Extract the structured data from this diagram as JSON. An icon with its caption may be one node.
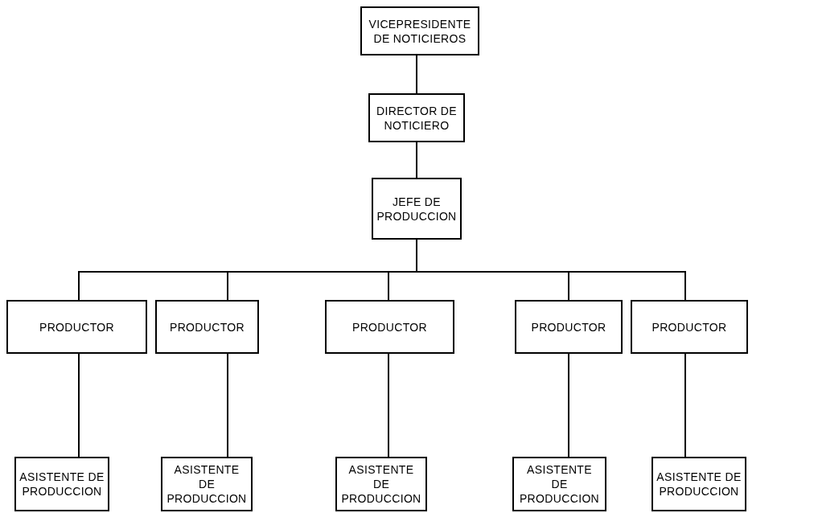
{
  "diagram": {
    "nodes": [
      {
        "text": [
          "VICEPRESIDENTE DE NOTICIEROS"
        ]
      },
      {
        "text": [
          "DIRECTOR DE NOTICIERO"
        ]
      },
      {
        "text": [
          "JEFE DE PRODUCCION"
        ]
      },
      {
        "text": [
          "PRODUCTOR"
        ]
      },
      {
        "text": [
          "PRODUCTOR"
        ]
      },
      {
        "text": [
          "PRODUCTOR"
        ]
      },
      {
        "text": [
          "PRODUCTOR"
        ]
      },
      {
        "text": [
          "PRODUCTOR"
        ]
      },
      {
        "text": [
          "ASISTENTE DE PRODUCCION"
        ]
      },
      {
        "text": [
          "ASISTENTE DE PRODUCCION"
        ]
      },
      {
        "text": [
          "ASISTENTE DE PRODUCCION"
        ]
      },
      {
        "text": [
          "ASISTENTE DE PRODUCCION"
        ]
      },
      {
        "text": [
          "ASISTENTE DE PRODUCCION"
        ]
      }
    ],
    "edges": [
      {
        "from": 0,
        "to": 1,
        "arrow": "none"
      },
      {
        "from": 1,
        "to": 2,
        "arrow": "none"
      },
      {
        "from": 2,
        "to": 3,
        "arrow": "none"
      },
      {
        "from": 2,
        "to": 4,
        "arrow": "none"
      },
      {
        "from": 2,
        "to": 5,
        "arrow": "none"
      },
      {
        "from": 2,
        "to": 6,
        "arrow": "none"
      },
      {
        "from": 2,
        "to": 7,
        "arrow": "none"
      },
      {
        "from": 3,
        "to": 8,
        "arrow": "none"
      },
      {
        "from": 4,
        "to": 9,
        "arrow": "none"
      },
      {
        "from": 5,
        "to": 10,
        "arrow": "none"
      },
      {
        "from": 6,
        "to": 11,
        "arrow": "none"
      },
      {
        "from": 7,
        "to": 12,
        "arrow": "none"
      }
    ]
  }
}
